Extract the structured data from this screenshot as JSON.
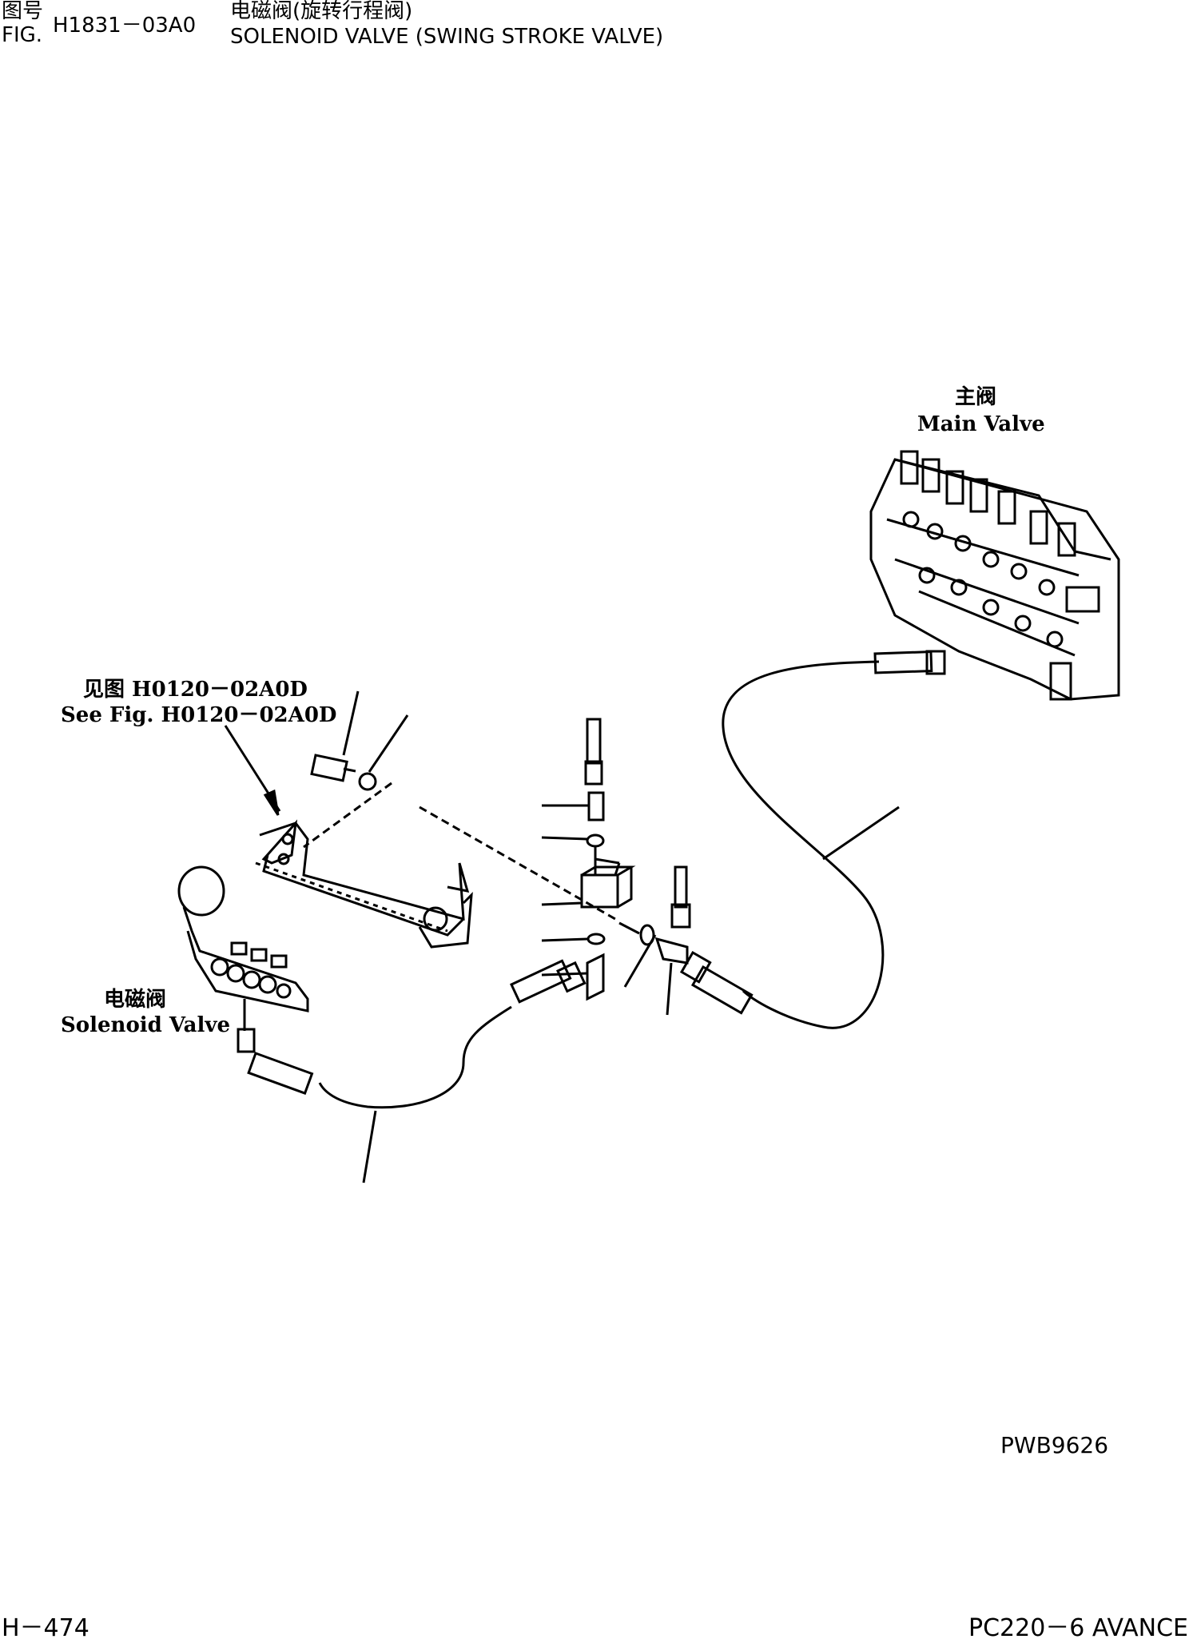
{
  "header": {
    "fig_zh": "图号",
    "fig_en": "FIG.",
    "fig_number": "H1831－03A0",
    "title_zh": "电磁阀(旋转行程阀)",
    "title_en": "SOLENOID VALVE (SWING STROKE VALVE)"
  },
  "labels": {
    "main_valve_zh": "主阀",
    "main_valve_en": "Main Valve",
    "see_fig_zh": "见图 H0120－02A0D",
    "see_fig_en": "See Fig. H0120－02A0D",
    "solenoid_valve_zh": "电磁阀",
    "solenoid_valve_en": "Solenoid Valve"
  },
  "footer": {
    "drawing_code": "PWB9626",
    "page_number": "H－474",
    "model": "PC220－6 AVANCE"
  }
}
